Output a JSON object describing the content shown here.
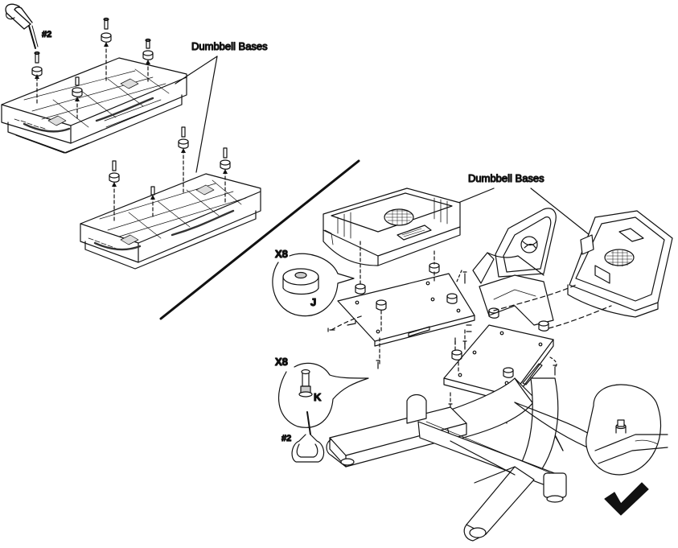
{
  "diagram": {
    "top_label": "Dumbbell Bases",
    "right_label": "Dumbbell Bases",
    "tool_top": "#2",
    "tool_bottom": "#2",
    "callout_j_qty": "X8",
    "callout_j_letter": "J",
    "callout_k_qty": "X8",
    "callout_k_letter": "K",
    "colors": {
      "line": "#111111",
      "paper": "#ffffff",
      "shade": "#dcdcdc"
    },
    "icons": [
      "allen-wrench-icon",
      "checkmark-icon"
    ]
  }
}
